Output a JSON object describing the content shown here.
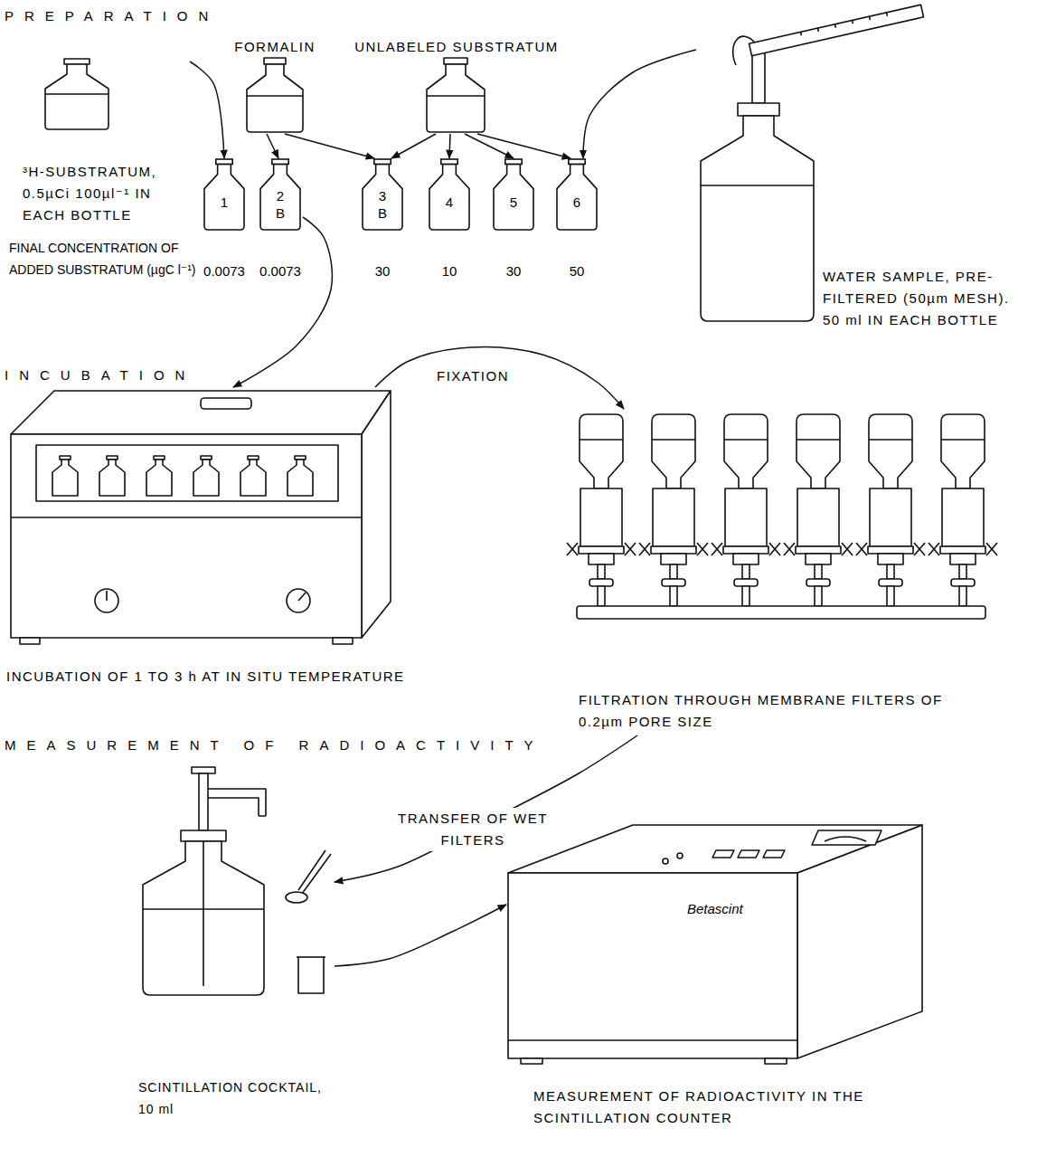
{
  "diagram": {
    "nodes": [
      {
        "text": [
          "³H-SUBSTRATUM, 0.5µCi 100µl⁻¹ IN EACH BOTTLE"
        ]
      },
      {
        "text": [
          "FORMALIN"
        ]
      },
      {
        "text": [
          "UNLABELED SUBSTRATUM"
        ]
      },
      {
        "text": [
          "WATER SAMPLE, PRE-FILTERED (50µm MESH). 50 ml IN EACH BOTTLE"
        ]
      },
      {
        "text": [
          "1"
        ]
      },
      {
        "text": [
          "2",
          "B"
        ]
      },
      {
        "text": [
          "3",
          "B"
        ]
      },
      {
        "text": [
          "4"
        ]
      },
      {
        "text": [
          "5"
        ]
      },
      {
        "text": [
          "6"
        ]
      },
      {
        "text": [
          "INCUBATION OF 1 TO 3 h AT IN SITU TEMPERATURE"
        ]
      },
      {
        "text": [
          "FILTRATION THROUGH MEMBRANE FILTERS OF 0.2µm PORE SIZE"
        ]
      },
      {
        "text": [
          "SCINTILLATION COCKTAIL, 10 ml"
        ]
      },
      {
        "text": [
          "Betascint",
          "MEASUREMENT OF RADIOACTIVITY IN THE SCINTILLATION COUNTER"
        ]
      }
    ],
    "edges": [
      {
        "from": 0,
        "to": 4,
        "arrow": "to"
      },
      {
        "from": 1,
        "to": 5,
        "arrow": "to"
      },
      {
        "from": 1,
        "to": 6,
        "arrow": "to"
      },
      {
        "from": 2,
        "to": 6,
        "arrow": "to"
      },
      {
        "from": 2,
        "to": 7,
        "arrow": "to"
      },
      {
        "from": 2,
        "to": 8,
        "arrow": "to"
      },
      {
        "from": 2,
        "to": 9,
        "arrow": "to"
      },
      {
        "from": 3,
        "to": 9,
        "arrow": "to"
      },
      {
        "from": 5,
        "to": 10,
        "arrow": "to"
      },
      {
        "from": 10,
        "to": 11,
        "label": "FIXATION",
        "arrow": "to"
      },
      {
        "from": 11,
        "to": 12,
        "label": "TRANSFER OF WET FILTERS",
        "arrow": "to"
      },
      {
        "from": 12,
        "to": 13,
        "arrow": "to"
      }
    ],
    "labels": [
      "PREPARATION",
      "FINAL CONCENTRATION OF ADDED SUBSTRATUM (µgC l⁻¹)",
      "0.0073",
      "0.0073",
      "30",
      "10",
      "30",
      "50",
      "INCUBATION",
      "MEASUREMENT OF RADIOACTIVITY"
    ]
  }
}
